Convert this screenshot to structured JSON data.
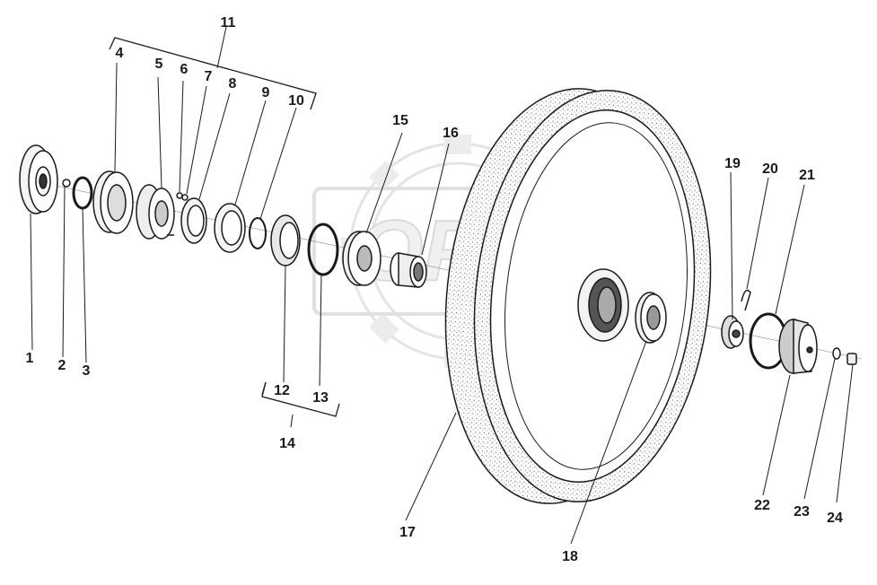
{
  "watermark": {
    "text": "OPEX"
  },
  "callouts": [
    {
      "id": "1",
      "label": "1"
    },
    {
      "id": "2",
      "label": "2"
    },
    {
      "id": "3",
      "label": "3"
    },
    {
      "id": "4",
      "label": "4"
    },
    {
      "id": "5",
      "label": "5"
    },
    {
      "id": "6",
      "label": "6"
    },
    {
      "id": "7",
      "label": "7"
    },
    {
      "id": "8",
      "label": "8"
    },
    {
      "id": "9",
      "label": "9"
    },
    {
      "id": "10",
      "label": "10"
    },
    {
      "id": "11",
      "label": "11"
    },
    {
      "id": "12",
      "label": "12"
    },
    {
      "id": "13",
      "label": "13"
    },
    {
      "id": "14",
      "label": "14"
    },
    {
      "id": "15",
      "label": "15"
    },
    {
      "id": "16",
      "label": "16"
    },
    {
      "id": "17",
      "label": "17"
    },
    {
      "id": "18",
      "label": "18"
    },
    {
      "id": "19",
      "label": "19"
    },
    {
      "id": "20",
      "label": "20"
    },
    {
      "id": "21",
      "label": "21"
    },
    {
      "id": "22",
      "label": "22"
    },
    {
      "id": "23",
      "label": "23"
    },
    {
      "id": "24",
      "label": "24"
    }
  ],
  "colors": {
    "ink": "#1a1a1a",
    "watermark": "#d6d6d6",
    "paper": "#ffffff"
  }
}
